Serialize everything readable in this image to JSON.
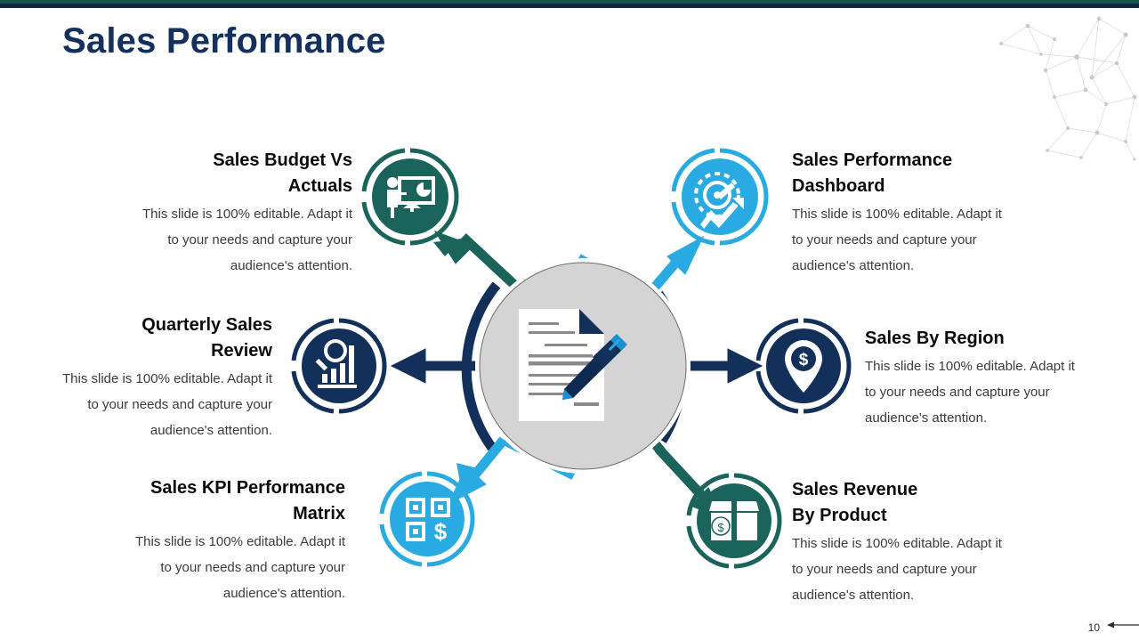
{
  "slide": {
    "title": "Sales Performance",
    "page_number": "10",
    "accents": {
      "teal": "#13564f",
      "navy": "#0d2840",
      "light_blue": "#29abe2",
      "title_navy": "#13315c",
      "center_circle_gray": "#d4d4d4"
    }
  },
  "center": {
    "icon": "document-with-pen-icon"
  },
  "nodes": [
    {
      "id": "sales-budget-vs-actuals",
      "heading": "Sales Budget Vs Actuals",
      "body": "This slide is 100% editable. Adapt it to your needs and capture your audience's attention.",
      "icon": "presentation-presenter-icon",
      "color": "#13564f",
      "align": "right"
    },
    {
      "id": "sales-performance-dashboard",
      "heading": "Sales Performance Dashboard",
      "body": "This slide is 100% editable. Adapt it to your needs and capture your audience's attention.",
      "icon": "dashboard-gauge-icon",
      "color": "#29abe2",
      "align": "left"
    },
    {
      "id": "quarterly-sales-review",
      "heading": "Quarterly Sales Review",
      "body": "This slide is 100% editable. Adapt it to your needs and capture your audience's attention.",
      "icon": "magnifier-bar-chart-icon",
      "color": "#12305a",
      "align": "right"
    },
    {
      "id": "sales-by-region",
      "heading": "Sales By Region",
      "body": "This slide is 100% editable. Adapt it to your needs and capture your audience's attention.",
      "icon": "map-pin-dollar-icon",
      "color": "#12305a",
      "align": "left"
    },
    {
      "id": "sales-kpi-performance-matrix",
      "heading": "Sales KPI Performance Matrix",
      "body": "This slide is 100% editable. Adapt it to your needs and capture your audience's attention.",
      "icon": "kpi-matrix-dollar-icon",
      "color": "#29abe2",
      "align": "right"
    },
    {
      "id": "sales-revenue-by-product",
      "heading": "Sales Revenue By Product",
      "body": "This slide is 100% editable. Adapt it to your needs and capture your audience's attention.",
      "icon": "open-box-dollar-icon",
      "color": "#1b645c",
      "align": "left"
    }
  ],
  "headings_split": {
    "budget_l1": "Sales Budget Vs",
    "budget_l2": "Actuals",
    "dashboard_l1": "Sales Performance",
    "dashboard_l2": "Dashboard",
    "quarterly_l1": "Quarterly Sales",
    "quarterly_l2": "Review",
    "region_l1": "Sales By Region",
    "kpi_l1": "Sales KPI Performance",
    "kpi_l2": "Matrix",
    "revenue_l1": "Sales Revenue",
    "revenue_l2": "By Product"
  },
  "body_lines": {
    "l1": "This slide is 100% editable. Adapt it",
    "l2": "to your needs and capture your",
    "l3": "audience's attention."
  }
}
